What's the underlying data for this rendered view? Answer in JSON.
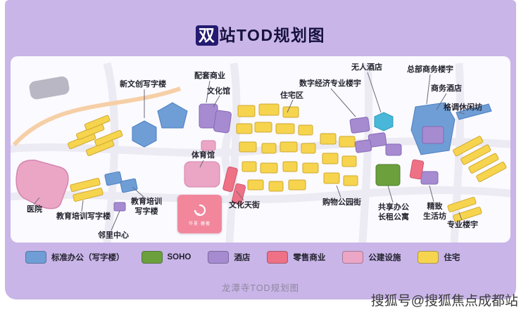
{
  "title": {
    "highlight": "双",
    "rest": "站TOD规划图"
  },
  "map": {
    "labels": [
      {
        "id": "new-cultural-office",
        "text": "新文创写字楼"
      },
      {
        "id": "supporting-commercial",
        "text": "配套商业"
      },
      {
        "id": "cultural-hall",
        "text": "文化馆"
      },
      {
        "id": "residential-area",
        "text": "住宅区"
      },
      {
        "id": "digital-economy-tower",
        "text": "数字经济专业楼宇"
      },
      {
        "id": "unmanned-hotel",
        "text": "无人酒店"
      },
      {
        "id": "hq-business-tower",
        "text": "总部商务楼宇"
      },
      {
        "id": "business-hotel",
        "text": "商务酒店"
      },
      {
        "id": "style-leisure-block",
        "text": "格调休闲坊"
      },
      {
        "id": "gymnasium",
        "text": "体育馆"
      },
      {
        "id": "hospital",
        "text": "医院"
      },
      {
        "id": "edu-training-office-left",
        "text": "教育培训写字楼"
      },
      {
        "id": "edu-training-office-center",
        "text": "教育培训\n写字楼"
      },
      {
        "id": "neighborhood-center",
        "text": "邻里中心"
      },
      {
        "id": "culture-sky-street",
        "text": "文化天街"
      },
      {
        "id": "shopping-park-street",
        "text": "购物公园街"
      },
      {
        "id": "shared-office-apartment",
        "text": "共享办公\n长租公寓"
      },
      {
        "id": "fine-living-block",
        "text": "精致\n生活坊"
      },
      {
        "id": "professional-tower",
        "text": "专业楼宇"
      }
    ]
  },
  "legend": {
    "items": [
      {
        "label": "标准办公（写字楼）",
        "color": "#6f9ed6"
      },
      {
        "label": "SOHO",
        "color": "#6ba03c"
      },
      {
        "label": "酒店",
        "color": "#a68bd0"
      },
      {
        "label": "零售商业",
        "color": "#ee7186"
      },
      {
        "label": "公建设施",
        "color": "#eba6c6"
      },
      {
        "label": "住宅",
        "color": "#f6d44e"
      }
    ]
  },
  "logo": {
    "name": "华夏·樾著"
  },
  "watermark": "龙潭寺TOD规划图",
  "credit": "搜狐号@搜狐焦点成都站"
}
